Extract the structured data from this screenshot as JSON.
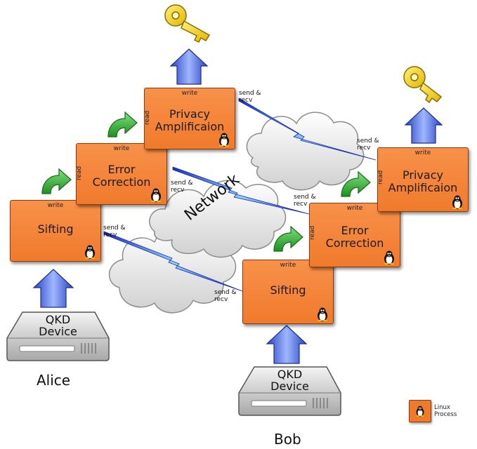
{
  "alice": {
    "owner_label": "Alice",
    "device_label_line1": "QKD",
    "device_label_line2": "Device",
    "sifting": {
      "title": "Sifting",
      "write": "write"
    },
    "error_correction": {
      "title_line1": "Error",
      "title_line2": "Correction",
      "write": "write",
      "read": "read"
    },
    "privacy_amplification": {
      "title_line1": "Privacy",
      "title_line2": "Amplificaion",
      "write": "write",
      "read": "read"
    }
  },
  "bob": {
    "owner_label": "Bob",
    "device_label_line1": "QKD",
    "device_label_line2": "Device",
    "sifting": {
      "title": "Sifting",
      "write": "write"
    },
    "error_correction": {
      "title_line1": "Error",
      "title_line2": "Correction",
      "write": "write",
      "read": "read"
    },
    "privacy_amplification": {
      "title_line1": "Privacy",
      "title_line2": "Amplificaion",
      "write": "write",
      "read": "read"
    }
  },
  "network": {
    "label": "Network"
  },
  "links": [
    {
      "line1": "send &",
      "line2": "recv"
    },
    {
      "line1": "send &",
      "line2": "recv"
    },
    {
      "line1": "send &",
      "line2": "recv"
    },
    {
      "line1": "send &",
      "line2": "recv"
    },
    {
      "line1": "send &",
      "line2": "recv"
    },
    {
      "line1": "send &",
      "line2": "recv"
    }
  ],
  "legend": {
    "line1": "Linux",
    "line2": "Process"
  },
  "colors": {
    "process_fill": "#f07a2c",
    "process_border": "#8a3c0c",
    "upload_arrow": "#3d5fd1",
    "forward_arrow": "#3bb03b",
    "key": "#f3d31c",
    "lightning": "#2236c8"
  }
}
